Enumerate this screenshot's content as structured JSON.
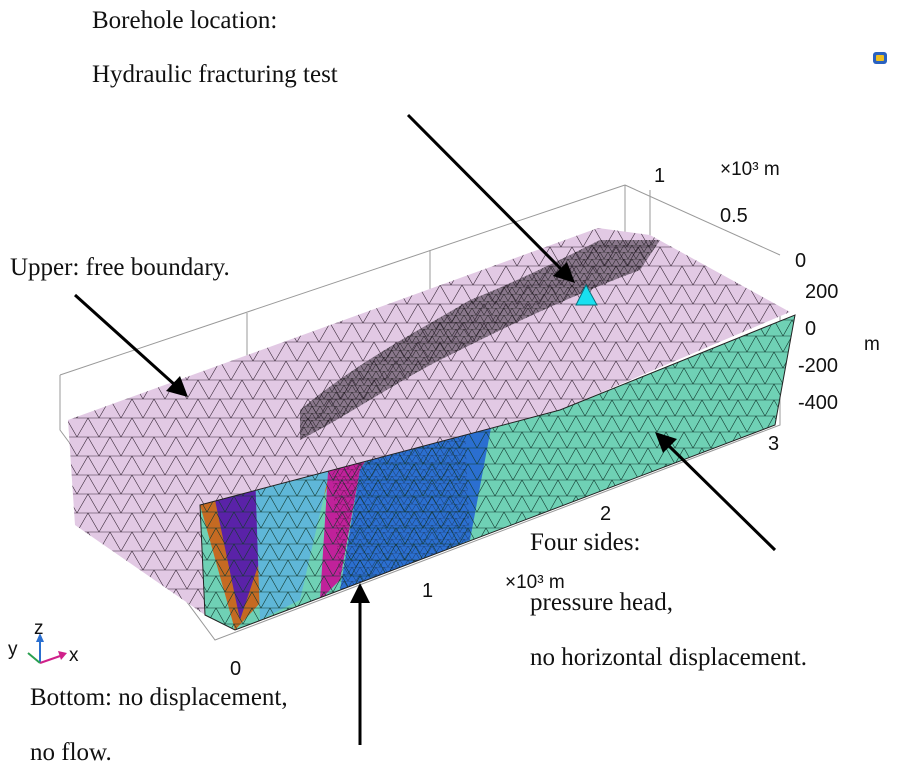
{
  "annotations": {
    "borehole_line1": "Borehole location:",
    "borehole_line2": "Hydraulic fracturing test",
    "upper": "Upper: free boundary.",
    "four_sides_line1": "Four sides:",
    "four_sides_line2": "pressure head,",
    "four_sides_line3": "no horizontal displacement.",
    "bottom_line1": "Bottom: no displacement,",
    "bottom_line2": "no flow."
  },
  "axes": {
    "x_ticks": [
      "0",
      "1",
      "2",
      "3"
    ],
    "x_unit": "×10³ m",
    "y_ticks": [
      "1",
      "0.5",
      "0"
    ],
    "y_unit": "×10³ m",
    "z_ticks": [
      "200",
      "0",
      "-200",
      "-400"
    ],
    "z_unit": "m"
  },
  "triad": {
    "x": "x",
    "y": "y",
    "z": "z"
  },
  "colors": {
    "top_surface": "#e2c9e4",
    "side_surface": "#6fd1b5",
    "layer_blue": "#2b6fd0",
    "layer_magenta": "#c0219a",
    "layer_orange": "#c56a22",
    "layer_purple": "#5a22a8",
    "layer_cyan": "#5fb7d8",
    "borehole_marker": "#19e0f0"
  }
}
